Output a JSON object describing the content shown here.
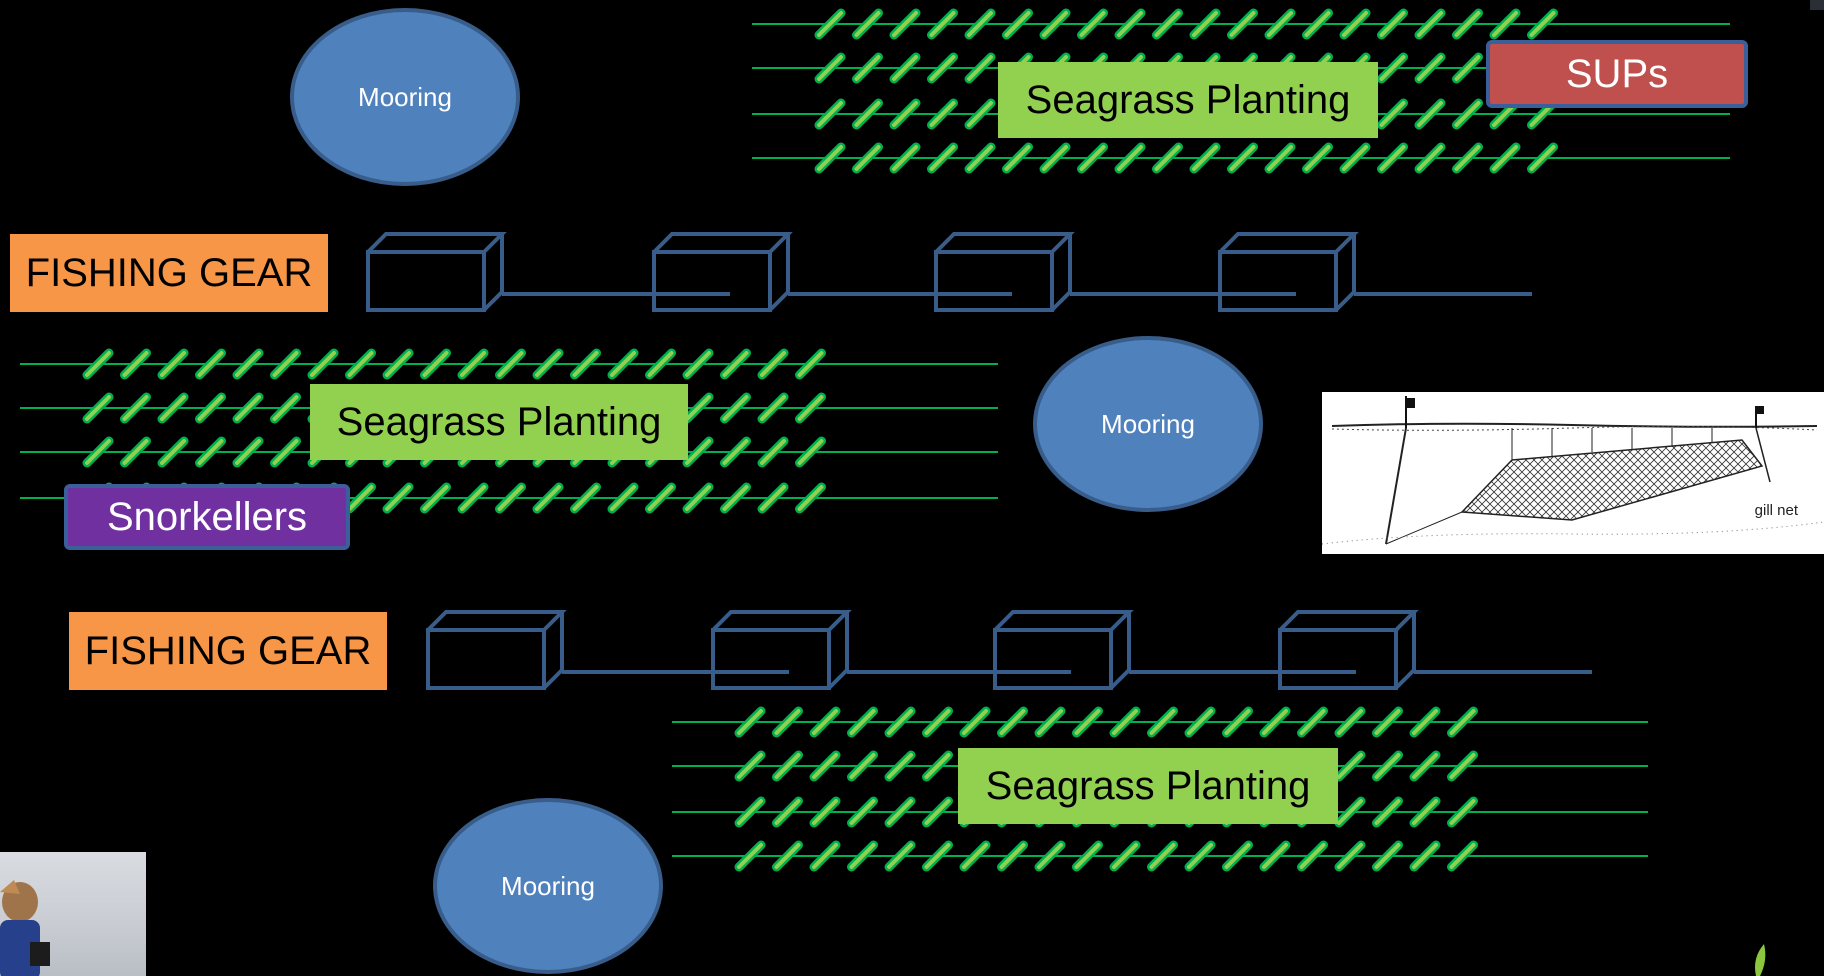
{
  "labels": {
    "seagrass_1": "Seagrass Planting",
    "seagrass_2": "Seagrass Planting",
    "seagrass_3": "Seagrass Planting",
    "sups": "SUPs",
    "snorkellers": "Snorkellers",
    "fishing_1": "FISHING GEAR",
    "fishing_2": "FISHING GEAR",
    "mooring_1": "Mooring",
    "mooring_2": "Mooring",
    "mooring_3": "Mooring",
    "gill_net_caption": "gill net"
  },
  "colors": {
    "background": "#000000",
    "seagrass_line": "#00b050",
    "seagrass_stroke": "#92d050",
    "seagrass_outline": "#00b050",
    "seagrass_label": "#92d050",
    "fishing_label": "#f79646",
    "sups_label": "#c0504d",
    "snorkellers_label": "#7030a0",
    "mooring_fill": "#4f81bd",
    "mooring_border": "#385d8a",
    "gear_stroke": "#385d8a"
  },
  "icons": [
    "seagrass-stroke-icon",
    "crab-pot-icon",
    "gill-net-icon",
    "leaf-logo-icon"
  ]
}
